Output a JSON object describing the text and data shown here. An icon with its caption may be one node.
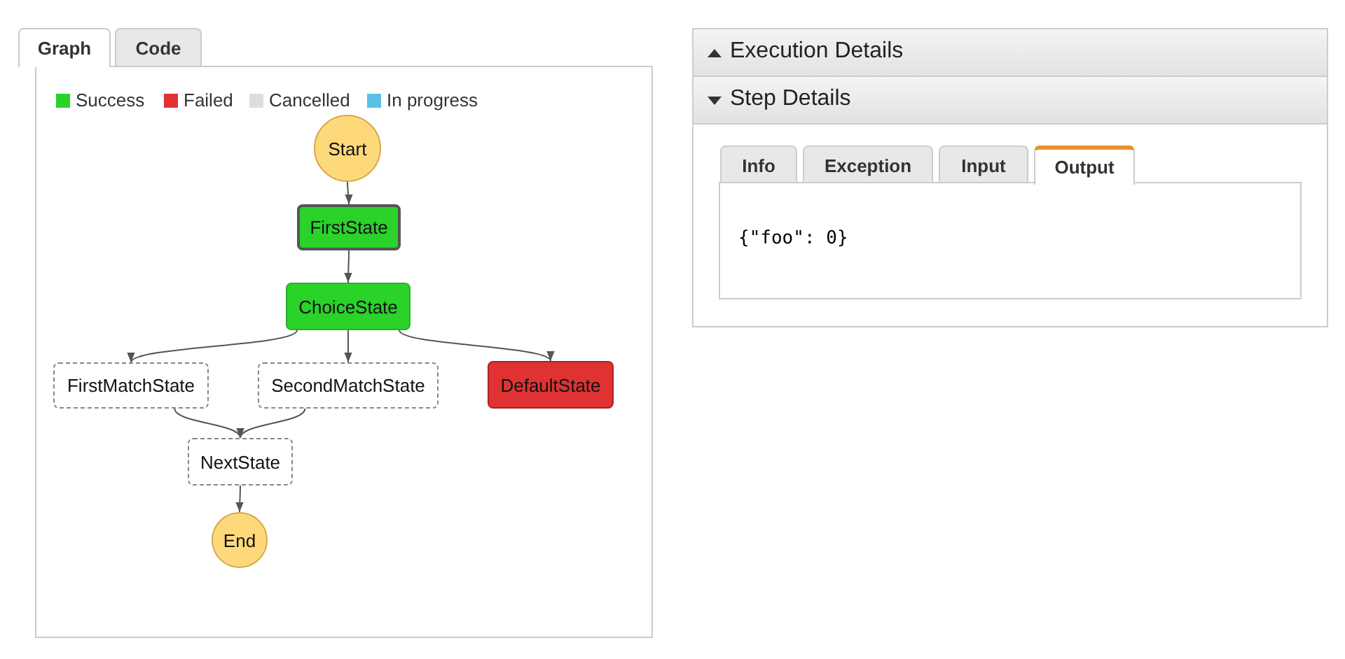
{
  "diagram": {
    "nodes": [
      {
        "text": [
          "Start"
        ]
      },
      {
        "text": [
          "FirstState"
        ]
      },
      {
        "text": [
          "ChoiceState"
        ]
      },
      {
        "text": [
          "FirstMatchState"
        ]
      },
      {
        "text": [
          "SecondMatchState"
        ]
      },
      {
        "text": [
          "DefaultState"
        ]
      },
      {
        "text": [
          "NextState"
        ]
      },
      {
        "text": [
          "End"
        ]
      }
    ],
    "edges": [
      {
        "from": 0,
        "to": 1,
        "arrow": "to"
      },
      {
        "from": 1,
        "to": 2,
        "arrow": "to"
      },
      {
        "from": 2,
        "to": 3,
        "arrow": "to"
      },
      {
        "from": 2,
        "to": 4,
        "arrow": "to"
      },
      {
        "from": 2,
        "to": 5,
        "arrow": "to"
      },
      {
        "from": 3,
        "to": 6,
        "arrow": "to"
      },
      {
        "from": 4,
        "to": 6,
        "arrow": "to"
      },
      {
        "from": 6,
        "to": 7,
        "arrow": "to"
      }
    ],
    "labels": [
      "Graph",
      "Code",
      "Execution Details",
      "Step Details",
      "Info",
      "Exception",
      "Input",
      "Output",
      "{\"foo\": 0}"
    ],
    "legend": [
      {
        "text": "Success",
        "color": "#2ad22a"
      },
      {
        "text": "Failed",
        "color": "#e03232"
      },
      {
        "text": "Cancelled",
        "color": "#dddddd"
      },
      {
        "text": "In progress",
        "color": "#5bc0e6"
      }
    ]
  }
}
